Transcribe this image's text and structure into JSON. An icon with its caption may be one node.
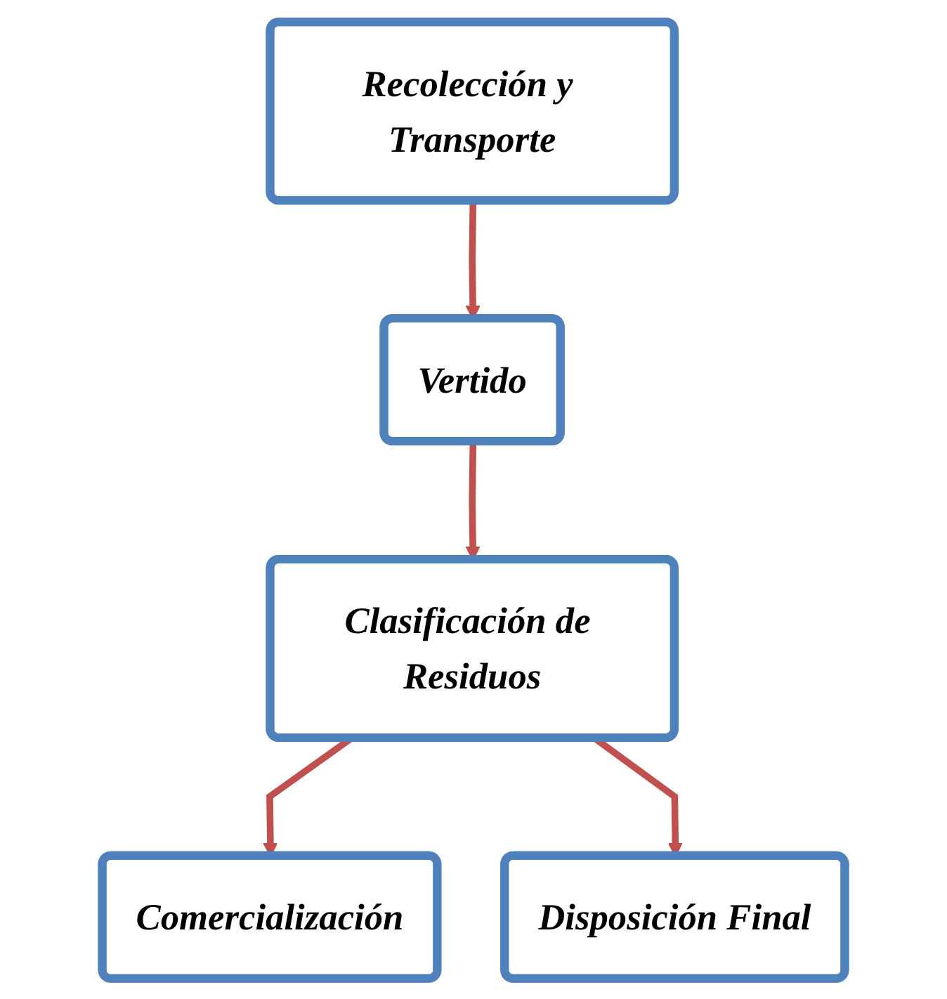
{
  "diagram": {
    "nodes": [
      {
        "text": [
          "Recolección y Transporte"
        ]
      },
      {
        "text": [
          "Vertido"
        ]
      },
      {
        "text": [
          "Clasificación de Residuos"
        ]
      },
      {
        "text": [
          "Comercialización"
        ]
      },
      {
        "text": [
          "Disposición Final"
        ]
      }
    ],
    "edges": [
      {
        "from": 0,
        "to": 1,
        "arrow": "to"
      },
      {
        "from": 1,
        "to": 2,
        "arrow": "to"
      },
      {
        "from": 2,
        "to": 3,
        "arrow": "to"
      },
      {
        "from": 2,
        "to": 4,
        "arrow": "to"
      }
    ]
  }
}
